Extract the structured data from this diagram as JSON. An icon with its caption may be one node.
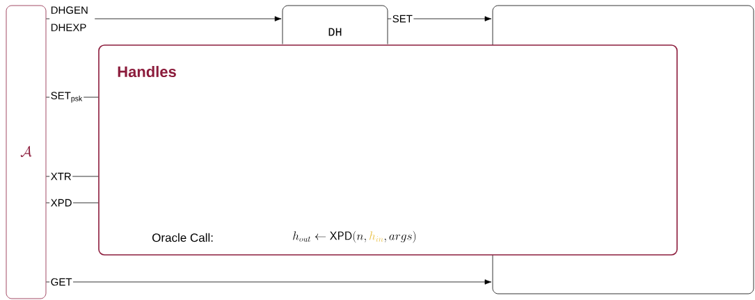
{
  "diagram": {
    "nodes": [
      {
        "text": [
          "\\mathcal{A}"
        ]
      },
      {
        "text": [
          "DH"
        ]
      },
      {
        "text": [],
        "shape": "box"
      },
      {
        "text": [
          "Handles",
          "Oracle Call:",
          "h_{out} \\leftarrow \\mathsf{XPD}(n, \\textcolor[HTML]{E8BE3C}{h_{in}}, args)"
        ]
      }
    ],
    "edges": [
      {
        "from": 0,
        "to": 1,
        "arrow": "to",
        "label": "DHGEN DHEXP"
      },
      {
        "from": 1,
        "to": 2,
        "arrow": "to",
        "label": "SET"
      },
      {
        "from": 0,
        "to": 3,
        "arrow": "none",
        "label": "SET$_{psk}$"
      },
      {
        "from": 0,
        "to": 3,
        "arrow": "none",
        "label": "XTR"
      },
      {
        "from": 0,
        "to": 3,
        "arrow": "none",
        "label": "XPD"
      },
      {
        "from": 0,
        "to": 2,
        "arrow": "to",
        "label": "GET"
      }
    ]
  }
}
